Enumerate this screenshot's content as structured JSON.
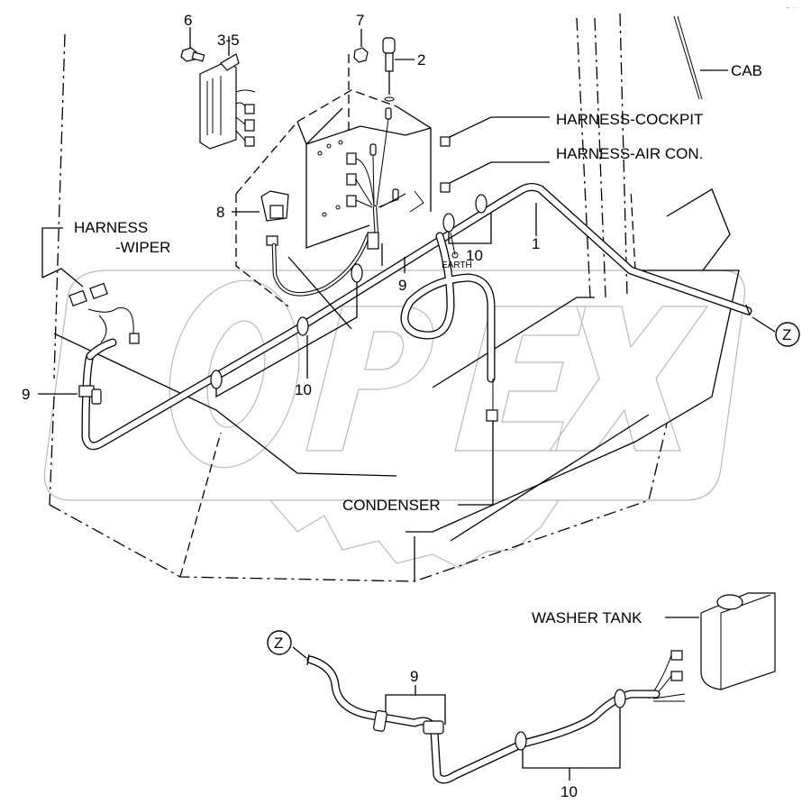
{
  "diagram": {
    "title": "Cab electrical harness parts diagram",
    "watermark": "OPEX",
    "corner_mark": "⌢ ···",
    "labels": {
      "cab": "CAB",
      "harness_cockpit": "HARNESS-COCKPIT",
      "harness_air_con": "HARNESS-AIR CON.",
      "harness_wiper_line1": "HARNESS",
      "harness_wiper_line2": "-WIPER",
      "condenser": "CONDENSER",
      "washer_tank": "WASHER TANK",
      "earth": "EARTH"
    },
    "callouts": [
      {
        "id": "c6",
        "text": "6",
        "part": "bolt"
      },
      {
        "id": "c3-5",
        "text": "3-5",
        "part": "relay-holder"
      },
      {
        "id": "c7",
        "text": "7",
        "part": "nut"
      },
      {
        "id": "c2",
        "text": "2",
        "part": "cigar-lighter"
      },
      {
        "id": "c8",
        "text": "8",
        "part": "relay"
      },
      {
        "id": "c1",
        "text": "1",
        "part": "harness-main"
      },
      {
        "id": "c10a",
        "text": "10",
        "part": "clip"
      },
      {
        "id": "c9a",
        "text": "9",
        "part": "clamp"
      },
      {
        "id": "c9b",
        "text": "9",
        "part": "clamp"
      },
      {
        "id": "c10b",
        "text": "10",
        "part": "clip"
      },
      {
        "id": "c9c",
        "text": "9",
        "part": "clamp"
      },
      {
        "id": "c10c",
        "text": "10",
        "part": "clip"
      }
    ],
    "connector_refs": [
      {
        "id": "z-upper",
        "text": "Z"
      },
      {
        "id": "z-lower",
        "text": "Z"
      }
    ]
  }
}
